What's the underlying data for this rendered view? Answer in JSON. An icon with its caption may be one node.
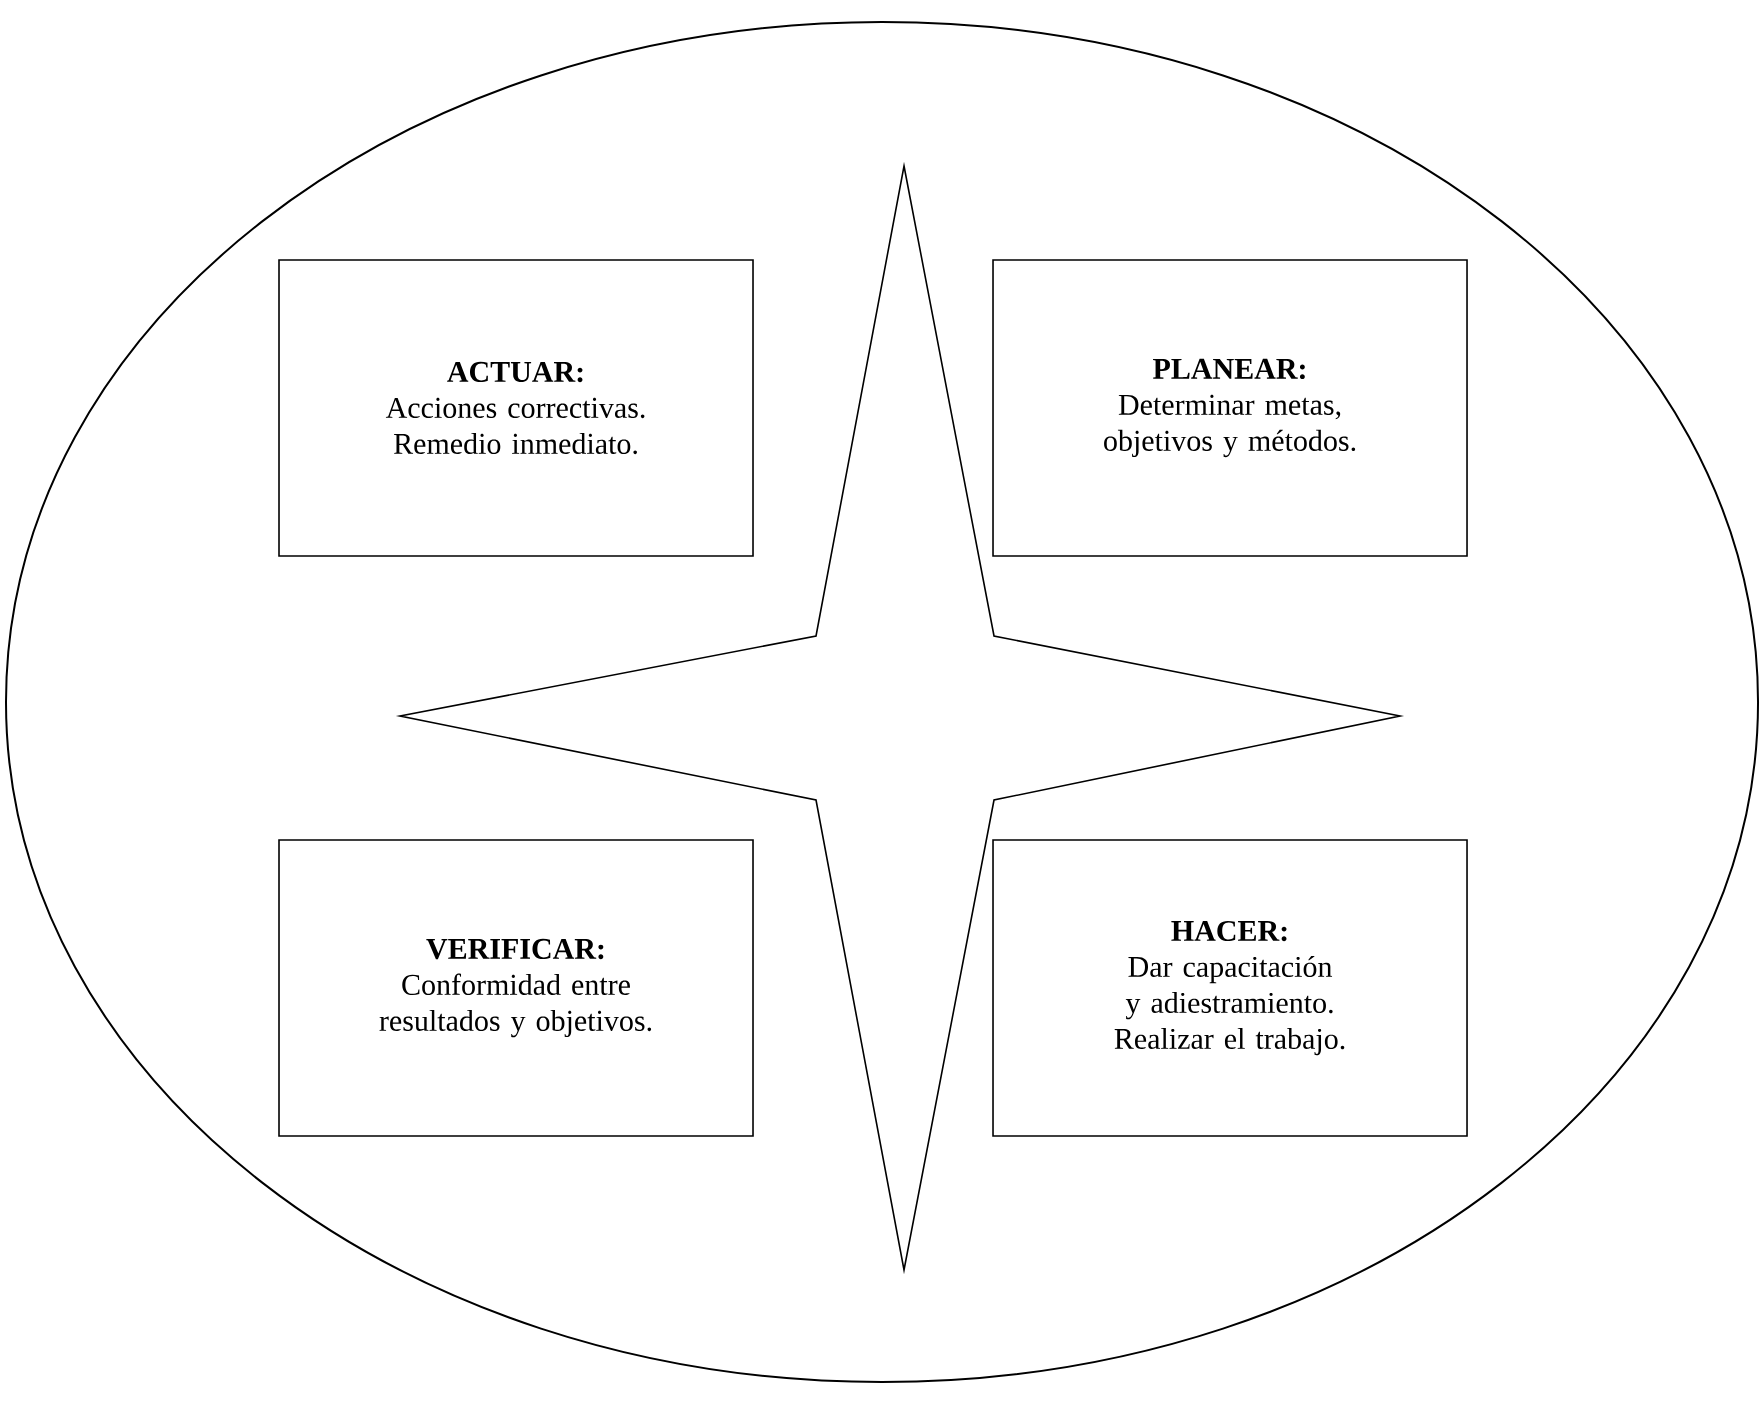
{
  "diagram": {
    "nodes": [
      {
        "text": [
          "ACTUAR:",
          "Acciones correctivas. Remedio inmediato."
        ]
      },
      {
        "text": [
          "PLANEAR:",
          "Determinar metas, objetivos y métodos."
        ]
      },
      {
        "text": [
          "VERIFICAR:",
          "Conformidad entre resultados y objetivos."
        ]
      },
      {
        "text": [
          "HACER:",
          "Dar capacitación y adiestramiento. Realizar el trabajo."
        ]
      }
    ]
  }
}
